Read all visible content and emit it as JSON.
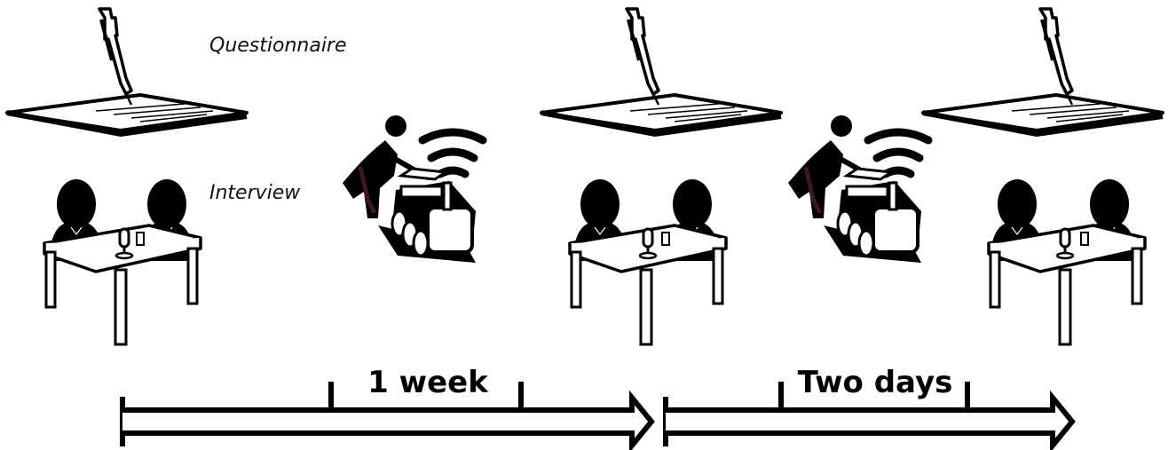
{
  "labels": {
    "questionnaire": "Questionnaire",
    "interview": "Interview"
  },
  "timeline": {
    "first_interval": "1 week",
    "second_interval": "Two days"
  },
  "icons": [
    "pen-icon",
    "paper-icon",
    "interviewer-icon",
    "interviewee-icon",
    "table-icon",
    "microphone-icon",
    "person-operating-robot-icon",
    "robot-icon",
    "wifi-signal-icon",
    "arrow-icon"
  ],
  "colors": {
    "ink": "#000000",
    "paper": "#ffffff",
    "accent": "#3a1a1a"
  }
}
